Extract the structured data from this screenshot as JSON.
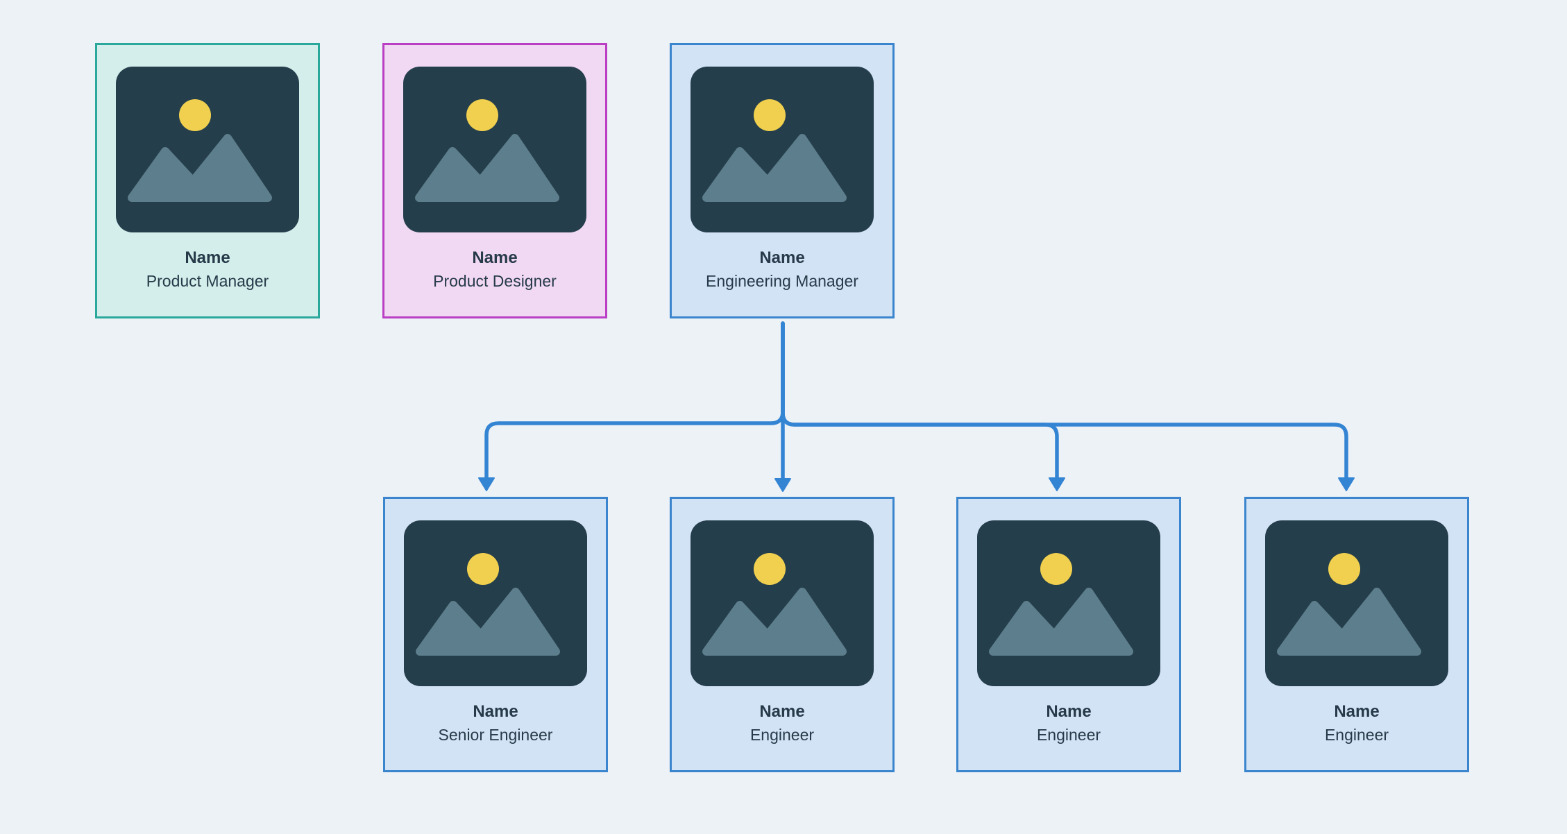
{
  "palette": {
    "page-bg": "#edf2f6",
    "teal-border": "#2aa89b",
    "teal-bg": "#d4eeeb",
    "magenta-border": "#bb3fc4",
    "magenta-bg": "#f2d9f3",
    "blue-border": "#3a85cd",
    "blue-bg": "#d2e3f5",
    "connector": "#3484d4",
    "text": "#263a49",
    "thumb-bg": "#253e4c",
    "sun": "#f0d04e",
    "mountain": "#5d7e8c"
  },
  "cards": [
    {
      "name": "Name",
      "role": "Product Manager",
      "variant": "teal"
    },
    {
      "name": "Name",
      "role": "Product Designer",
      "variant": "magenta"
    },
    {
      "name": "Name",
      "role": "Engineering Manager",
      "variant": "blue"
    },
    {
      "name": "Name",
      "role": "Senior Engineer",
      "variant": "blue"
    },
    {
      "name": "Name",
      "role": "Engineer",
      "variant": "blue"
    },
    {
      "name": "Name",
      "role": "Engineer",
      "variant": "blue"
    },
    {
      "name": "Name",
      "role": "Engineer",
      "variant": "blue"
    }
  ],
  "connections": [
    {
      "from": "Engineering Manager",
      "to": "Senior Engineer"
    },
    {
      "from": "Engineering Manager",
      "to": "Engineer"
    },
    {
      "from": "Engineering Manager",
      "to": "Engineer"
    },
    {
      "from": "Engineering Manager",
      "to": "Engineer"
    }
  ]
}
